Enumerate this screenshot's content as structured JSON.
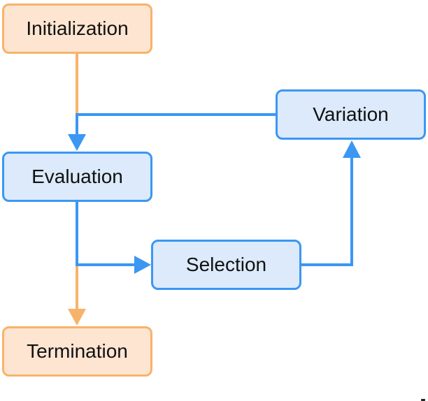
{
  "colors": {
    "orange_fill": "#fde5d1",
    "orange_border": "#f7b36a",
    "blue_fill": "#dceafb",
    "blue_border": "#3b97f2"
  },
  "nodes": {
    "initialization": "Initialization",
    "evaluation": "Evaluation",
    "selection": "Selection",
    "variation": "Variation",
    "termination": "Termination"
  }
}
